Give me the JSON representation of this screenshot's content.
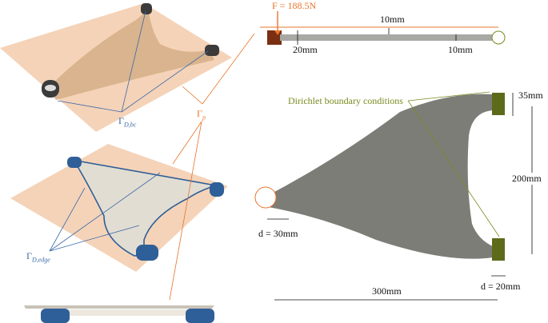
{
  "labels": {
    "gamma_d_bc": "Γ",
    "gamma_d_bc_sub": "D,bc",
    "gamma_p": "Γ",
    "gamma_p_sub": "p",
    "gamma_d_edge": "Γ",
    "gamma_d_edge_sub": "D,edge",
    "force": "F = 188.5N",
    "thickness_top": "10mm",
    "thickness_left": "20mm",
    "thickness_right": "10mm",
    "dirichlet": "Dirichlet boundary conditions",
    "bushing_height": "35mm",
    "span_vertical": "200mm",
    "d_left": "d = 30mm",
    "d_right": "d = 20mm",
    "span_horizontal": "300mm"
  },
  "colors": {
    "plane": "#f5d3b8",
    "part_tan": "#d9b48e",
    "part_grey": "#e2ddd2",
    "edge_blue": "#2f5f98",
    "bushing_dark": "#3b3b3b",
    "annot_blue": "#3a6aa8",
    "annot_orange": "#e8742a",
    "dirichlet_green": "#5c6b1a",
    "mesh": "#7d7d78"
  }
}
